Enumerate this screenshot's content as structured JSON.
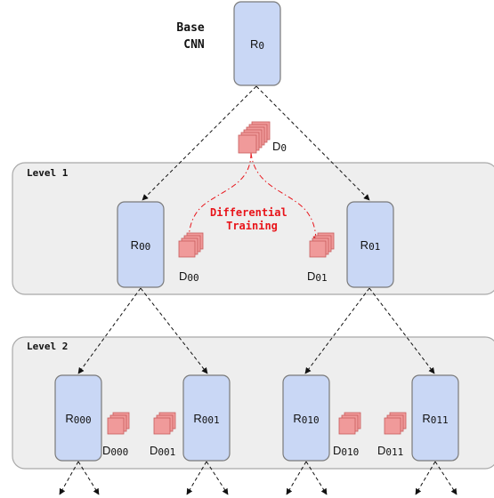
{
  "base_label": [
    "Base",
    "CNN"
  ],
  "levels": [
    {
      "label": "Level 1"
    },
    {
      "label": "Level 2"
    }
  ],
  "annotation": [
    "Differential",
    "Training"
  ],
  "nodes": {
    "R0": {
      "main": "R",
      "sub": "0"
    },
    "R00": {
      "main": "R",
      "sub": "00"
    },
    "R01": {
      "main": "R",
      "sub": "01"
    },
    "R000": {
      "main": "R",
      "sub": "000"
    },
    "R001": {
      "main": "R",
      "sub": "001"
    },
    "R010": {
      "main": "R",
      "sub": "010"
    },
    "R011": {
      "main": "R",
      "sub": "011"
    }
  },
  "datasets": {
    "D0": {
      "main": "D",
      "sub": "0"
    },
    "D00": {
      "main": "D",
      "sub": "00"
    },
    "D01": {
      "main": "D",
      "sub": "01"
    },
    "D000": {
      "main": "D",
      "sub": "000"
    },
    "D001": {
      "main": "D",
      "sub": "001"
    },
    "D010": {
      "main": "D",
      "sub": "010"
    },
    "D011": {
      "main": "D",
      "sub": "011"
    }
  },
  "colors": {
    "node_fill": "#c9d7f5",
    "node_stroke": "#7a7a7a",
    "panel_fill": "#eeeeee",
    "panel_stroke": "#a9a9a9",
    "data_fill": "#f09a9a",
    "data_stroke": "#c85c5c",
    "annotation": "#e8141a",
    "edge": "#111111"
  }
}
